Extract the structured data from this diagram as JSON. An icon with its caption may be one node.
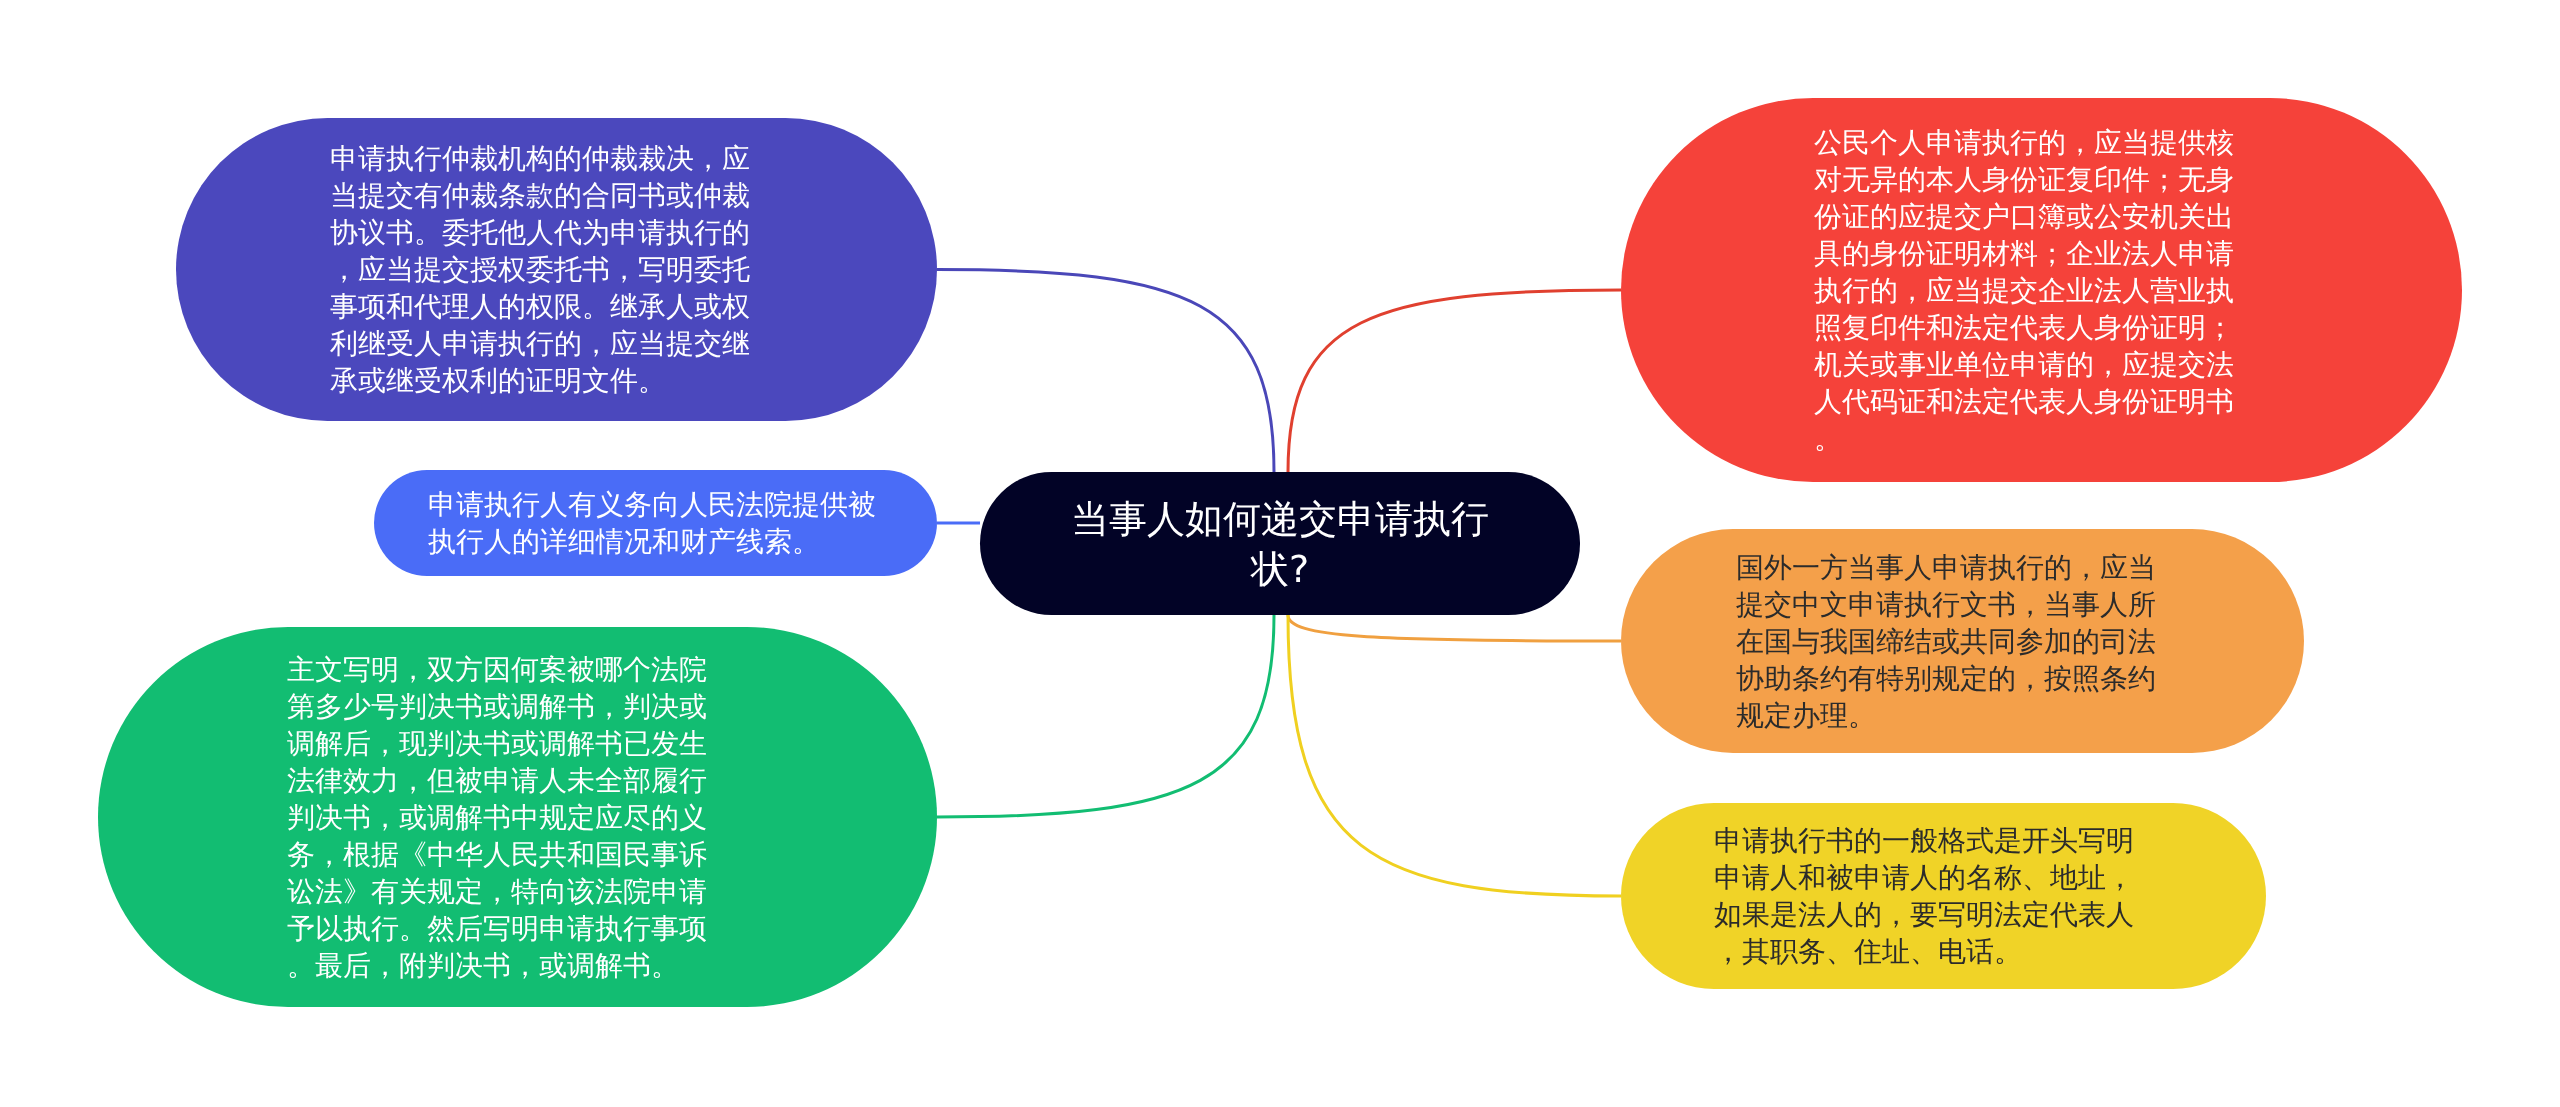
{
  "diagram": {
    "nodes": [
      {
        "text": [
          "当事人如何递交申请执行状?"
        ]
      },
      {
        "text": [
          "申请执行仲裁机构的仲裁裁决，应当提交有仲裁条款的合同书或仲裁协议书。委托他人代为申请执行的，应当提交授权委托书，写明委托事项和代理人的权限。继承人或权利继受人申请执行的，应当提交继承或继受权利的证明文件。"
        ]
      },
      {
        "text": [
          "申请执行人有义务向人民法院提供被执行人的详细情况和财产线索。"
        ]
      },
      {
        "text": [
          "主文写明，双方因何案被哪个法院第多少号判决书或调解书，判决或调解后，现判决书或调解书已发生法律效力，但被申请人未全部履行判决书，或调解书中规定应尽的义务，根据《中华人民共和国民事诉讼法》有关规定，特向该法院申请予以执行。然后写明申请执行事项。最后，附判决书，或调解书。"
        ]
      },
      {
        "text": [
          "公民个人申请执行的，应当提供核对无异的本人身份证复印件；无身份证的应提交户口簿或公安机关出具的身份证明材料；企业法人申请执行的，应当提交企业法人营业执照复印件和法定代表人身份证明；机关或事业单位申请的，应提交法人代码证和法定代表人身份证明书。"
        ]
      },
      {
        "text": [
          "国外一方当事人申请执行的，应当提交中文申请执行文书，当事人所在国与我国缔结或共同参加的司法协助条约有特别规定的，按照条约规定办理。"
        ]
      },
      {
        "text": [
          "申请执行书的一般格式是开头写明申请人和被申请人的名称、地址，如果是法人的，要写明法定代表人，其职务、住址、电话。"
        ]
      }
    ],
    "edges": [
      {
        "from": 0,
        "to": 1,
        "arrow": "none",
        "color": "#4a47b8"
      },
      {
        "from": 0,
        "to": 2,
        "arrow": "none",
        "color": "#4a6cf7"
      },
      {
        "from": 0,
        "to": 3,
        "arrow": "none",
        "color": "#12bd72"
      },
      {
        "from": 0,
        "to": 4,
        "arrow": "none",
        "color": "#e0402f"
      },
      {
        "from": 0,
        "to": 5,
        "arrow": "none",
        "color": "#f0a040"
      },
      {
        "from": 0,
        "to": 6,
        "arrow": "none",
        "color": "#f0d020"
      }
    ]
  }
}
